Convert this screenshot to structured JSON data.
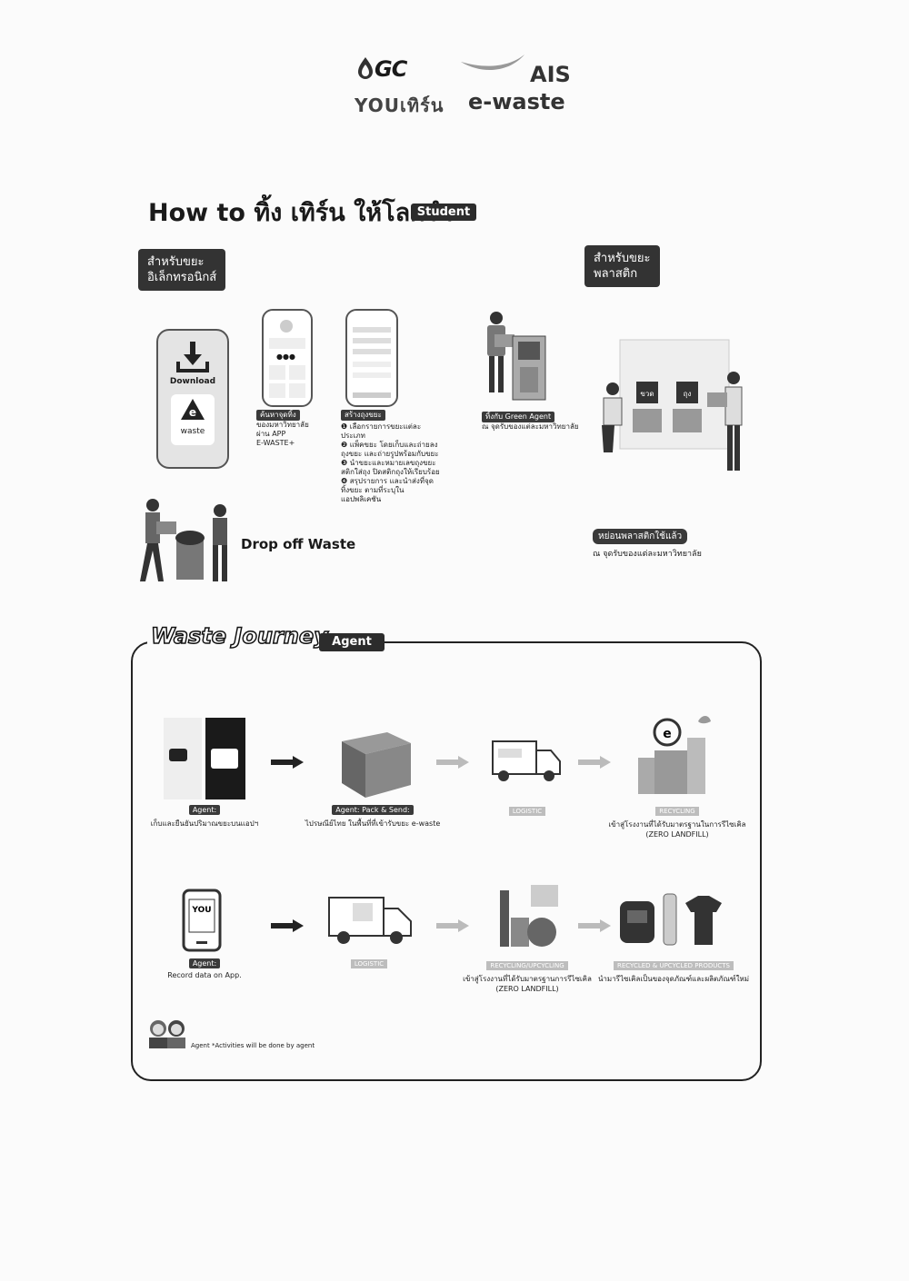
{
  "header": {
    "gc_logo": "GC",
    "you_logo": "YOUเทิร์น",
    "ais_logo": "AIS",
    "ewaste_logo": "e-waste"
  },
  "howto": {
    "title": "How to ทิ้ง เทิร์น ให้โลกจำ",
    "student_tag": "Student",
    "electronic_label_1": "สำหรับขยะ",
    "electronic_label_2": "อิเล็กทรอนิกส์",
    "plastic_label_1": "สำหรับขยะ",
    "plastic_label_2": "พลาสติก"
  },
  "electronic_steps": {
    "download_label": "Download",
    "app_name": "waste",
    "step1_title": "ค้นหาจุดทิ้ง",
    "step1_desc_1": "ของมหาวิทยาลัย",
    "step1_desc_2": "ผ่าน APP",
    "step1_desc_3": "E-WASTE+",
    "step2_title": "สร้างถุงขยะ",
    "step2_items": [
      "เลือกรายการขยะแต่ละประเภท",
      "แพ็คขยะ โดยเก็บและถ่ายลงถุงขยะ และถ่ายรูปพร้อมกับขยะ",
      "นำขยะและหมายเลขถุงขยะสติกใส่ถุง ปิดสติกถุงให้เรียบร้อย",
      "สรุปรายการ และนำส่งที่จุดทิ้งขยะ ตามที่ระบุในแอปพลิเคชัน"
    ],
    "step3_title": "ทิ้งกับ Green Agent",
    "step3_desc": "ณ จุดรับของแต่ละมหาวิทยาลัย",
    "drop_off": "Drop off Waste"
  },
  "plastic_steps": {
    "bin_label_1": "ขวด",
    "bin_label_2": "ถุง",
    "title": "หย่อนพลาสติกใช้แล้ว",
    "desc": "ณ จุดรับของแต่ละมหาวิทยาลัย"
  },
  "journey": {
    "title": "Waste Journey",
    "agent_tag": "Agent",
    "row1": [
      {
        "chip": "Agent:",
        "desc": "เก็บและยืนยันปริมาณขยะบนแอปฯ"
      },
      {
        "chip": "Agent: Pack & Send:",
        "desc": "ไปรษณีย์ไทย ในพื้นที่ที่เข้ารับขยะ e-waste"
      },
      {
        "chip": "LOGISTIC",
        "desc": ""
      },
      {
        "chip": "RECYCLING",
        "desc": "เข้าสู่โรงงานที่ได้รับมาตรฐานในการรีไซเคิล",
        "desc2": "(ZERO LANDFILL)"
      }
    ],
    "row2": [
      {
        "chip": "Agent:",
        "desc": "Record data on App."
      },
      {
        "chip": "LOGISTIC",
        "desc": ""
      },
      {
        "chip": "RECYCLING/UPCYCLING",
        "desc": "เข้าสู่โรงงานที่ได้รับมาตรฐานการรีไซเคิล",
        "desc2": "(ZERO LANDFILL)"
      },
      {
        "chip": "RECYCLED & UPCYCLED PRODUCTS",
        "desc": "นำมารีไซเคิลเป็นของจุดภัณฑ์และผลิตภัณฑ์ใหม่"
      }
    ],
    "footnote": "Agent *Activities will be done by agent"
  }
}
